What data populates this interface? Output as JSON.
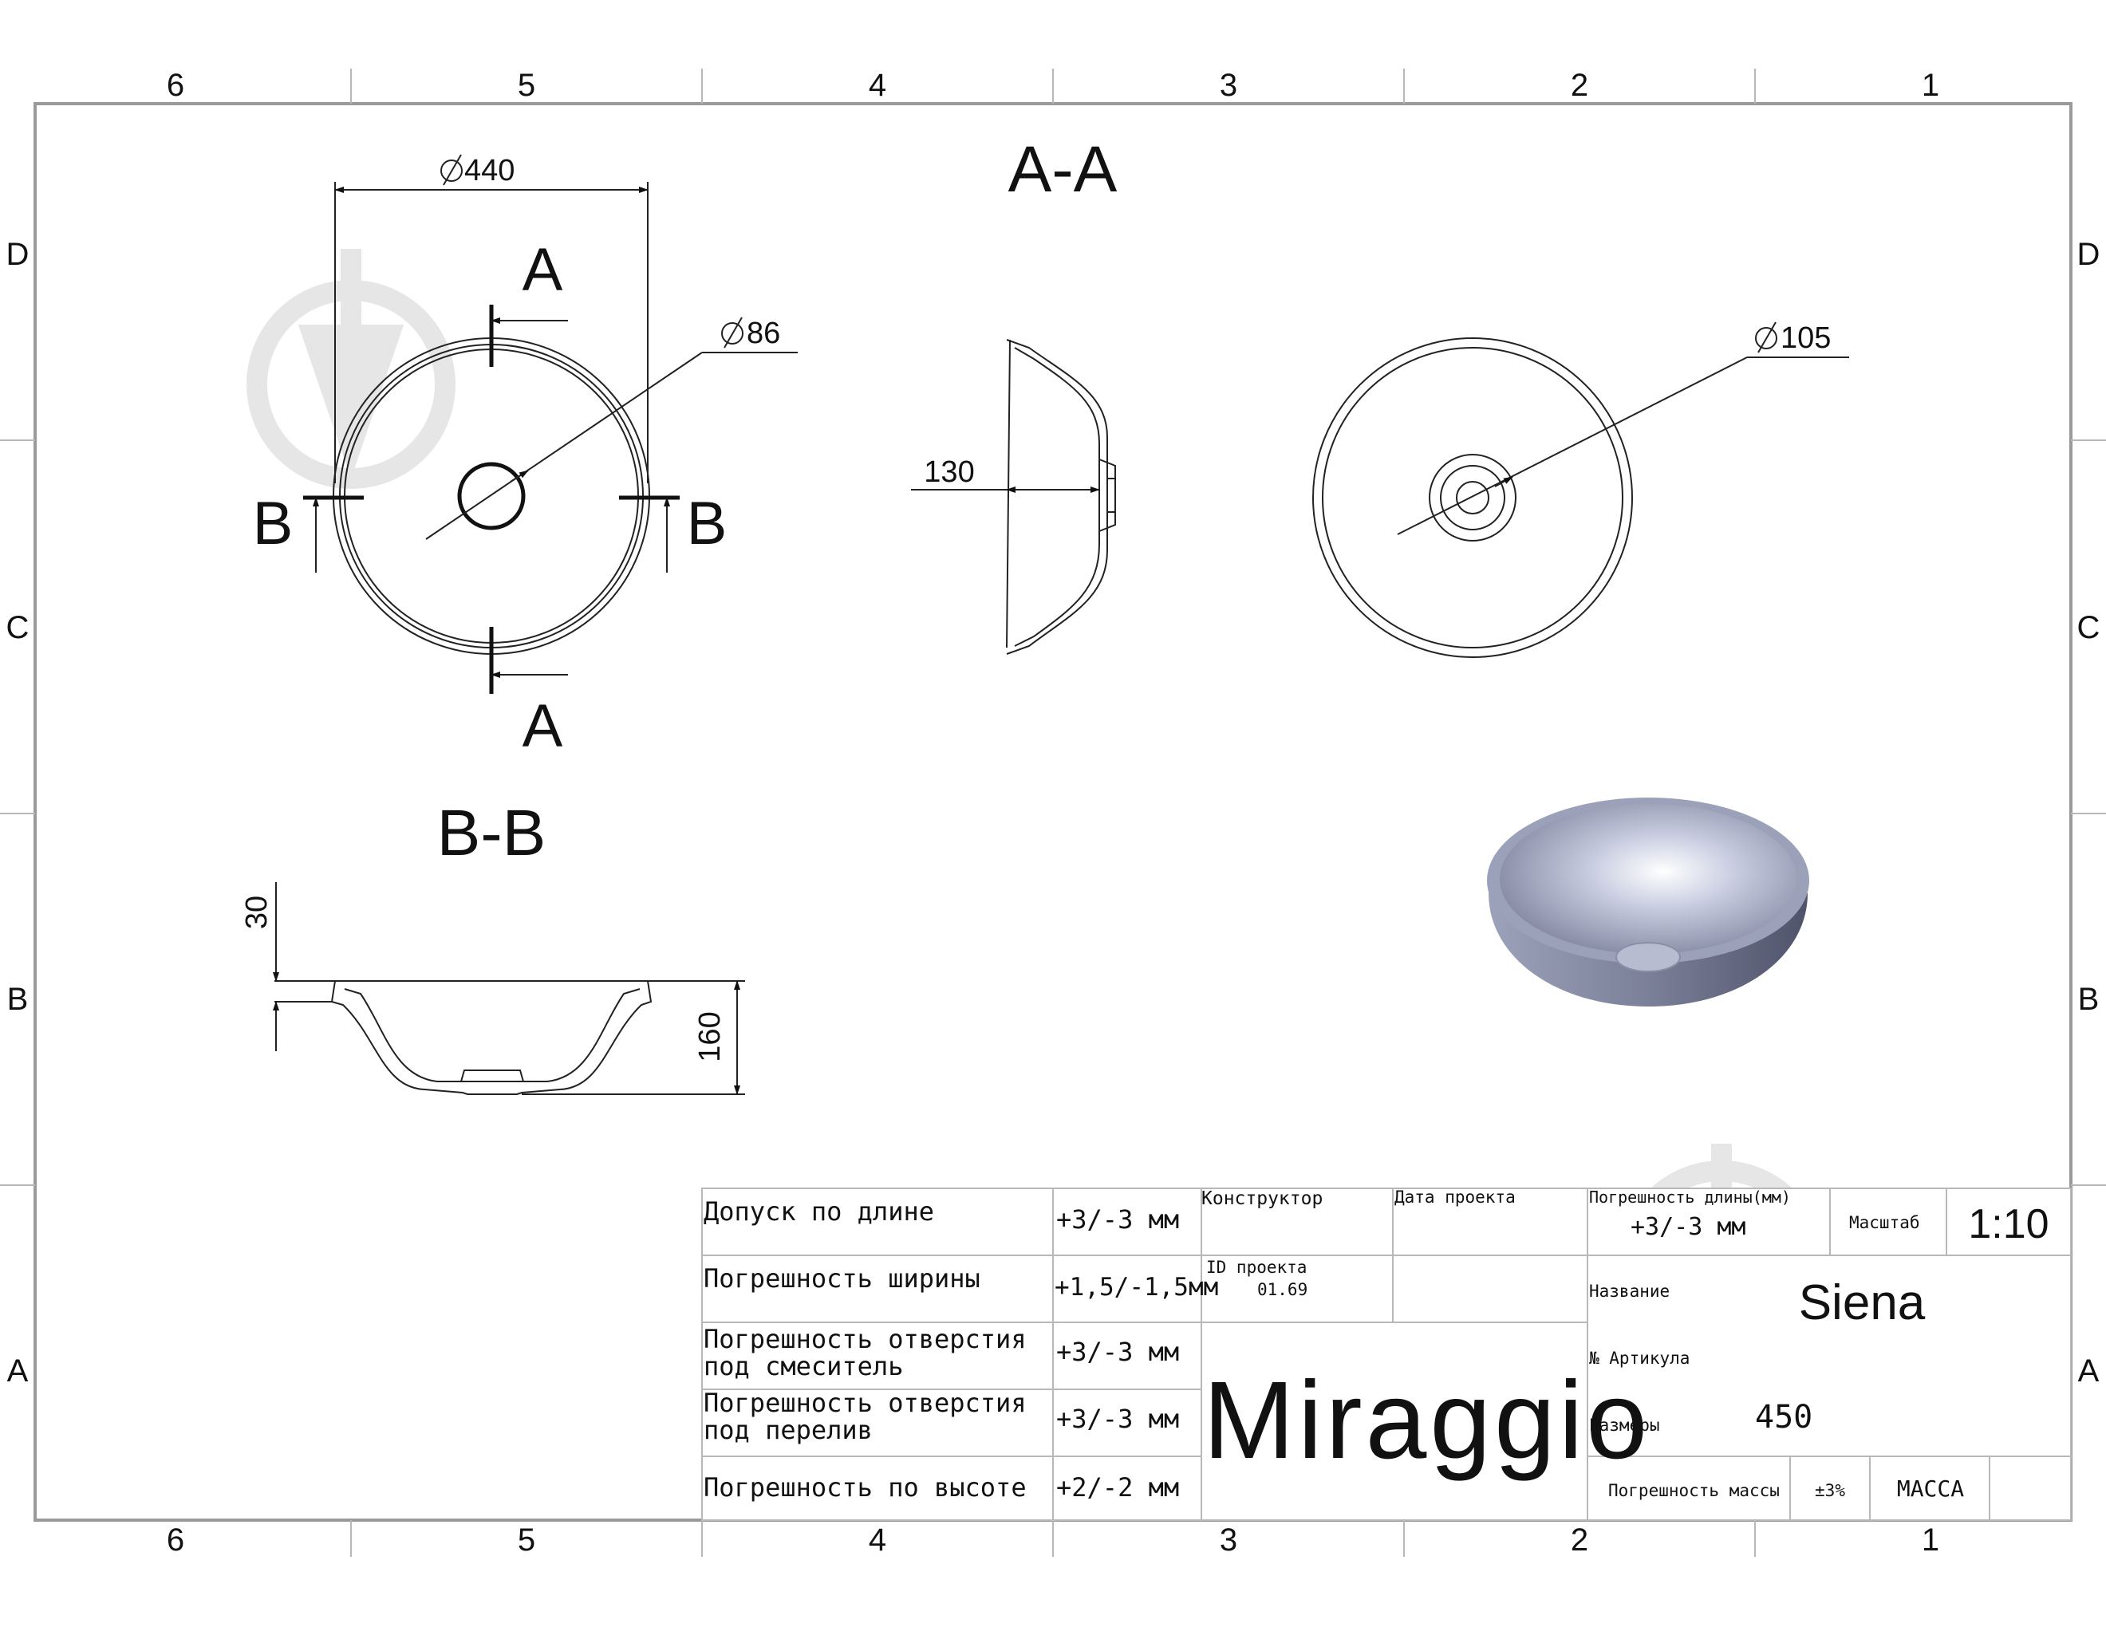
{
  "frame": {
    "columns": [
      "6",
      "5",
      "4",
      "3",
      "2",
      "1"
    ],
    "rows": [
      "D",
      "C",
      "B",
      "A"
    ]
  },
  "views": {
    "top": {
      "dia_outer": "440",
      "dia_drain": "86",
      "section_a": "A",
      "section_b": "B"
    },
    "section_aa": {
      "title": "A-A",
      "depth": "130"
    },
    "bottom": {
      "dia_outlet": "105"
    },
    "section_bb": {
      "title": "B-B",
      "rim": "30",
      "height": "160"
    }
  },
  "title_block": {
    "tolerances": [
      {
        "label_lines": [
          "Допуск по длине"
        ],
        "value": "+3/-3 мм"
      },
      {
        "label_lines": [
          "Погрешность ширины"
        ],
        "value": "+1,5/-1,5мм"
      },
      {
        "label_lines": [
          "Погрешность отверстия",
          "под смеситель"
        ],
        "value": "+3/-3 мм"
      },
      {
        "label_lines": [
          "Погрешность отверстия",
          "под перелив"
        ],
        "value": "+3/-3 мм"
      },
      {
        "label_lines": [
          "Погрешность по высоте"
        ],
        "value": "+2/-2 мм"
      }
    ],
    "designer_label": "Конструктор",
    "project_date_label": "Дата проекта",
    "project_id_label": "ID проекта",
    "project_id": "01.69",
    "brand": "Miraggio",
    "length_tol_label": "Погрешность длины(мм)",
    "length_tol_value": "+3/-3 мм",
    "scale_label": "Масштаб",
    "scale_value": "1:10",
    "name_label": "Название",
    "name_value": "Siena",
    "article_label": "№ Артикула",
    "size_label": "Размеры",
    "size_value": "450",
    "mass_tol_label": "Погрешность массы",
    "mass_tol_value": "±3%",
    "mass_label": "МАССА"
  },
  "colors": {
    "ink": "#111111",
    "frame": "#9a9a9a",
    "render": "#a3a8c0"
  }
}
